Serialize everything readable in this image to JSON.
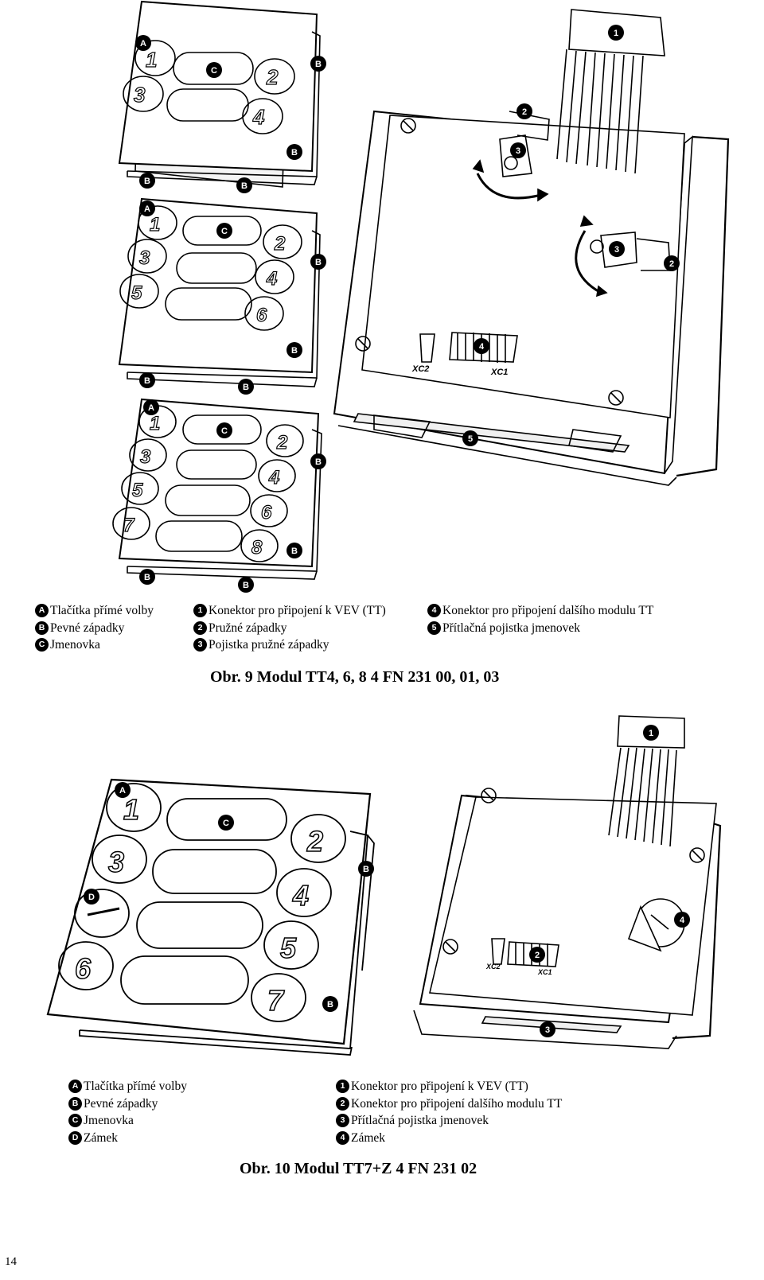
{
  "fig9": {
    "legend": [
      [
        {
          "mark": "A",
          "text": "Tlačítka přímé volby"
        },
        {
          "mark": "B",
          "text": "Pevné západky"
        },
        {
          "mark": "C",
          "text": "Jmenovka"
        }
      ],
      [
        {
          "mark": "1",
          "text": "Konektor pro připojení k VEV (TT)"
        },
        {
          "mark": "2",
          "text": "Pružné západky"
        },
        {
          "mark": "3",
          "text": "Pojistka pružné západky"
        }
      ],
      [
        {
          "mark": "4",
          "text": "Konektor pro připojení dalšího modulu TT"
        },
        {
          "mark": "5",
          "text": "Přítlačná pojistka jmenovek"
        }
      ]
    ],
    "caption": "Obr. 9 Modul TT4, 6, 8 4 FN 231 00, 01, 03",
    "drawing_labels": {
      "A": "A",
      "B": "B",
      "C": "C",
      "n1": "1",
      "n2": "2",
      "n3": "3",
      "n4": "4",
      "n5": "5",
      "xc1": "XC1",
      "xc2": "XC2",
      "keys4": [
        "1",
        "2",
        "3",
        "4"
      ],
      "keys6": [
        "1",
        "2",
        "3",
        "4",
        "5",
        "6"
      ],
      "keys8": [
        "1",
        "2",
        "3",
        "4",
        "5",
        "6",
        "7",
        "8"
      ]
    }
  },
  "fig10": {
    "legend": [
      [
        {
          "mark": "A",
          "text": "Tlačítka přímé volby"
        },
        {
          "mark": "B",
          "text": "Pevné západky"
        },
        {
          "mark": "C",
          "text": "Jmenovka"
        },
        {
          "mark": "D",
          "text": "Zámek"
        }
      ],
      [
        {
          "mark": "1",
          "text": "Konektor pro připojení k VEV (TT)"
        },
        {
          "mark": "2",
          "text": "Konektor pro připojení dalšího modulu TT"
        },
        {
          "mark": "3",
          "text": "Přítlačná pojistka jmenovek"
        },
        {
          "mark": "4",
          "text": "Zámek"
        }
      ]
    ],
    "caption": "Obr. 10 Modul TT7+Z 4 FN 231 02",
    "drawing_labels": {
      "A": "A",
      "B": "B",
      "C": "C",
      "D": "D",
      "n1": "1",
      "n2": "2",
      "n3": "3",
      "n4": "4",
      "xc1": "XC1",
      "xc2": "XC2",
      "keys": [
        "1",
        "2",
        "3",
        "4",
        "5",
        "6",
        "7"
      ]
    }
  },
  "page_number": "14"
}
